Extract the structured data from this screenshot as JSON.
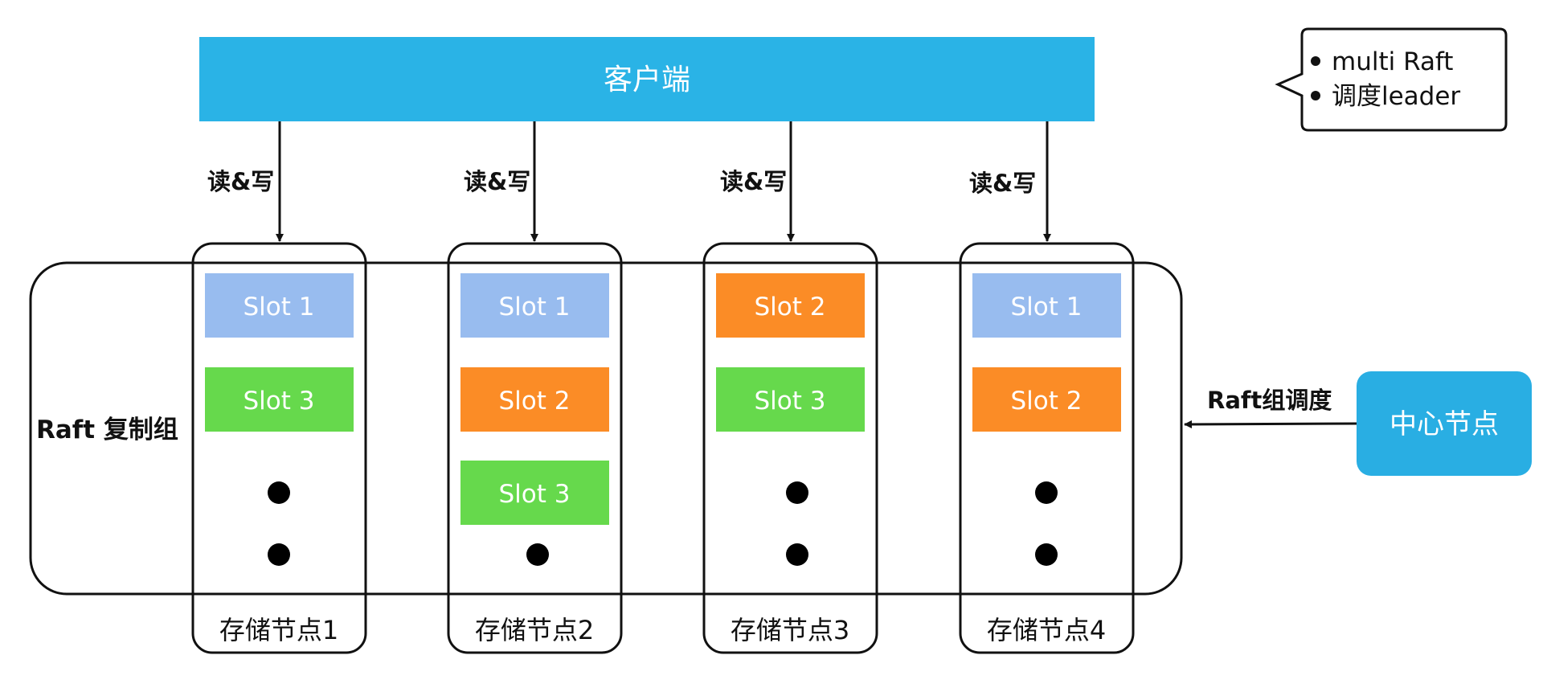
{
  "client": {
    "label": "客户端"
  },
  "read_write_label": "读&写",
  "raft_group_label": "Raft 复制组",
  "scheduler": {
    "label": "中心节点",
    "arrow_label": "Raft组调度"
  },
  "callout": {
    "items": [
      "multi Raft",
      "调度leader"
    ]
  },
  "nodes": [
    {
      "label": "存储节点1",
      "slots": [
        "Slot 1",
        "Slot 3"
      ],
      "dots": 2
    },
    {
      "label": "存储节点2",
      "slots": [
        "Slot 1",
        "Slot 2",
        "Slot 3"
      ],
      "dots": 1
    },
    {
      "label": "存储节点3",
      "slots": [
        "Slot 2",
        "Slot 3"
      ],
      "dots": 2
    },
    {
      "label": "存储节点4",
      "slots": [
        "Slot 1",
        "Slot 2"
      ],
      "dots": 2
    }
  ],
  "colors": {
    "client_bg": "#2ab3e6",
    "center_bg": "#29aee3",
    "slot_1": "#98bcef",
    "slot_2": "#fb8c26",
    "slot_3": "#66d94c",
    "stroke": "#111111"
  }
}
